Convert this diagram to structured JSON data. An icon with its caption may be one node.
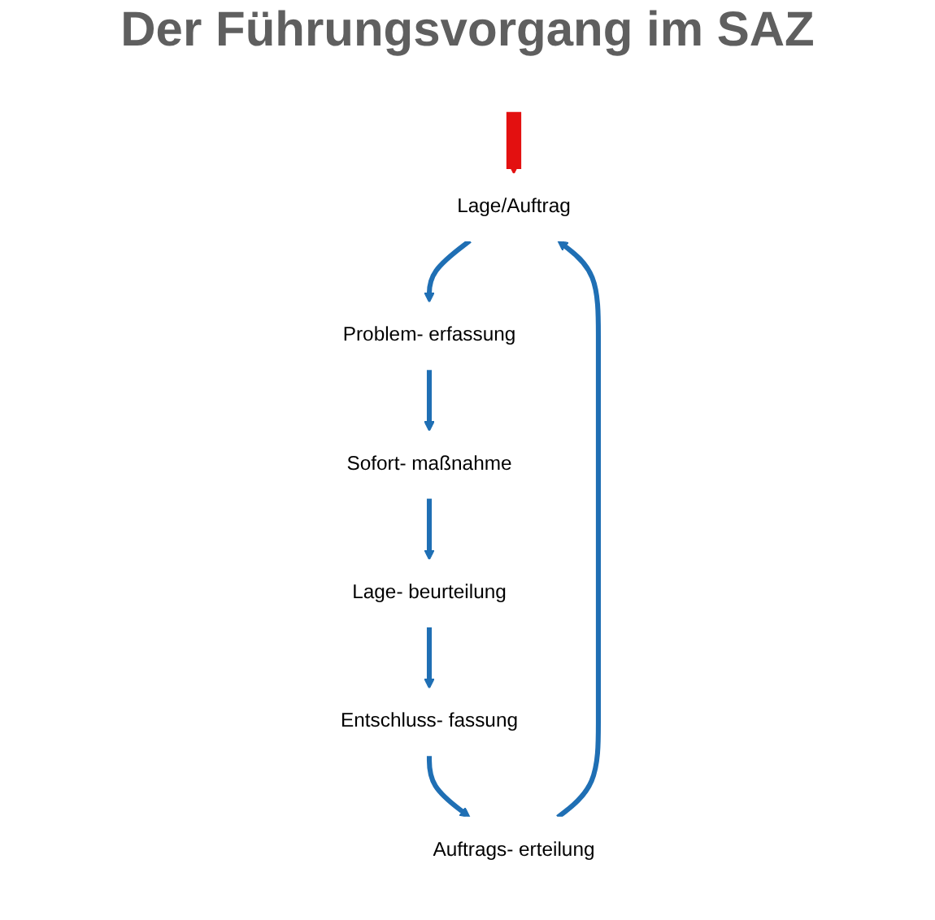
{
  "diagram": {
    "title": "Der Führungsvorgang im SAZ",
    "nodes": [
      {
        "text": [
          "Lage/Auftrag"
        ]
      },
      {
        "text": [
          "Problem- erfassung"
        ]
      },
      {
        "text": [
          "Sofort- maßnahme"
        ]
      },
      {
        "text": [
          "Lage- beurteilung"
        ]
      },
      {
        "text": [
          "Entschluss- fassung"
        ]
      },
      {
        "text": [
          "Auftrags- erteilung"
        ]
      }
    ],
    "edges": [
      {
        "from": 0,
        "to": 1,
        "arrow": "to"
      },
      {
        "from": 1,
        "to": 2,
        "arrow": "to"
      },
      {
        "from": 2,
        "to": 3,
        "arrow": "to"
      },
      {
        "from": 3,
        "to": 4,
        "arrow": "to"
      },
      {
        "from": 4,
        "to": 5,
        "arrow": "to"
      },
      {
        "from": 5,
        "to": 0,
        "arrow": "to"
      },
      {
        "from": null,
        "to": 0,
        "arrow": "to",
        "style": "thick",
        "color": "#e31010"
      }
    ]
  }
}
